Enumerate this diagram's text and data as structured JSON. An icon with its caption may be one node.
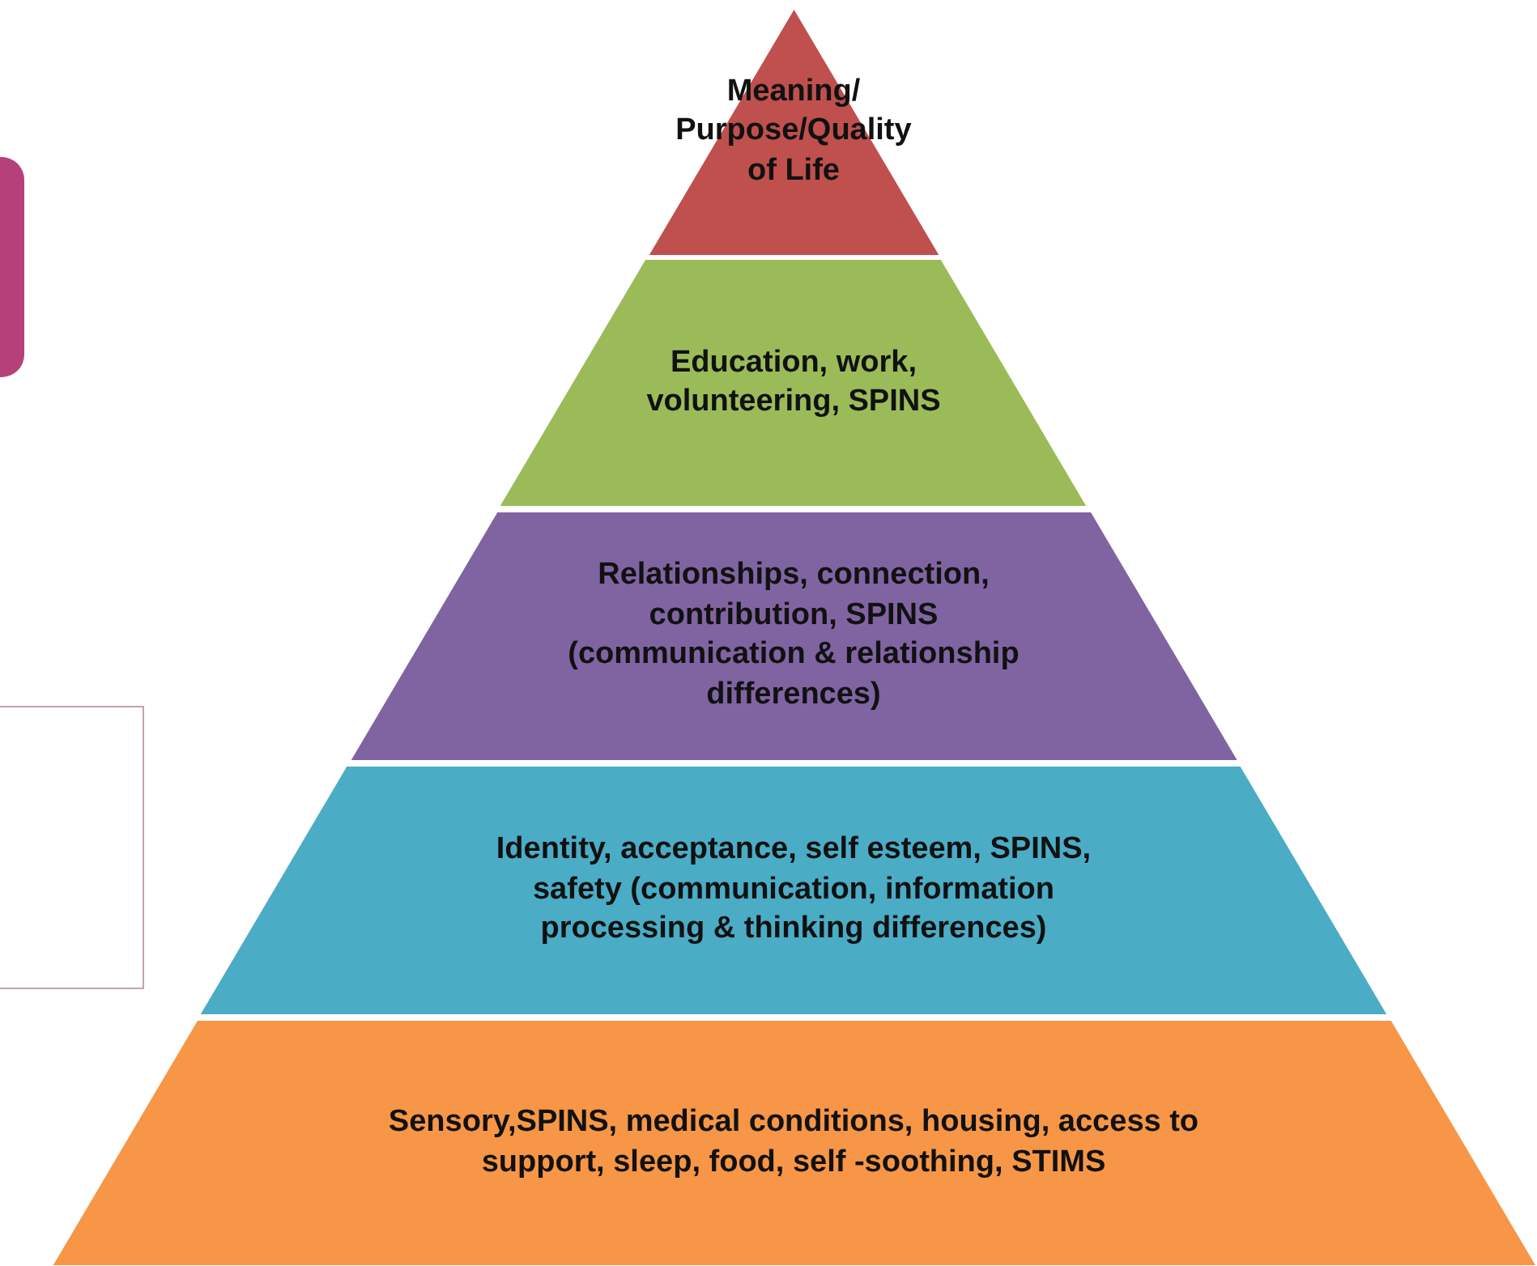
{
  "diagram": {
    "nodes": [
      {
        "text": [],
        "shape": "box"
      },
      {
        "text": [],
        "shape": "box"
      },
      {
        "text": [
          "Meaning/ Purpose/Quality of Life"
        ]
      },
      {
        "text": [
          "Education, work, volunteering, SPINS"
        ]
      },
      {
        "text": [
          "Relationships, connection, contribution, SPINS (communication & relationship differences)"
        ]
      },
      {
        "text": [
          "Identity, acceptance, self esteem, SPINS, safety (communication, information processing & thinking differences)"
        ]
      },
      {
        "text": [
          "Sensory,SPINS, medical conditions, housing, access to support, sleep, food, self -soothing, STIMS"
        ]
      }
    ]
  }
}
